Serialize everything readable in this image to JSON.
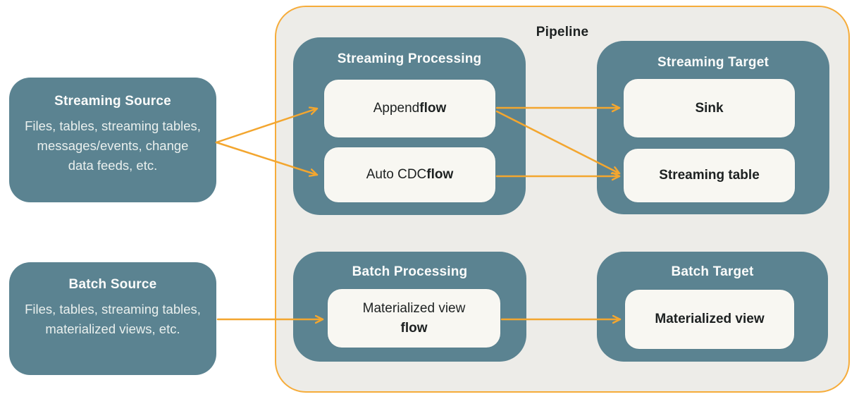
{
  "diagram_title": "Pipeline",
  "colors": {
    "teal_box": "#5B8391",
    "pipeline_background": "#EDECE8",
    "pipeline_border": "#F6AC3A",
    "arrow": "#F3A62F",
    "card_background": "#F8F7F2",
    "dark_text": "#1D2121",
    "light_text": "#FBFCFB"
  },
  "sources": [
    {
      "id": "streaming-source",
      "title": "Streaming Source",
      "description": "Files, tables, streaming tables, messages/events, change data feeds, etc."
    },
    {
      "id": "batch-source",
      "title": "Batch Source",
      "description": "Files, tables, streaming tables, materialized views, etc."
    }
  ],
  "groups": [
    {
      "id": "streaming-processing",
      "title": "Streaming Processing",
      "cards": [
        {
          "id": "append-flow",
          "prefix": "Append ",
          "bold": "flow"
        },
        {
          "id": "auto-cdc-flow",
          "prefix": "Auto CDC ",
          "bold": "flow"
        }
      ]
    },
    {
      "id": "streaming-target",
      "title": "Streaming Target",
      "cards": [
        {
          "id": "sink",
          "prefix": "",
          "bold": "Sink"
        },
        {
          "id": "streaming-table",
          "prefix": "",
          "bold": "Streaming table"
        }
      ]
    },
    {
      "id": "batch-processing",
      "title": "Batch Processing",
      "cards": [
        {
          "id": "materialized-view-flow",
          "prefix": "Materialized view",
          "bold": "flow"
        }
      ]
    },
    {
      "id": "batch-target",
      "title": "Batch Target",
      "cards": [
        {
          "id": "materialized-view",
          "prefix": "",
          "bold": "Materialized view"
        }
      ]
    }
  ],
  "edges": [
    {
      "from": "streaming-source",
      "to": "append-flow"
    },
    {
      "from": "streaming-source",
      "to": "auto-cdc-flow"
    },
    {
      "from": "append-flow",
      "to": "sink"
    },
    {
      "from": "append-flow",
      "to": "streaming-table"
    },
    {
      "from": "auto-cdc-flow",
      "to": "streaming-table"
    },
    {
      "from": "batch-source",
      "to": "materialized-view-flow"
    },
    {
      "from": "materialized-view-flow",
      "to": "materialized-view"
    }
  ]
}
